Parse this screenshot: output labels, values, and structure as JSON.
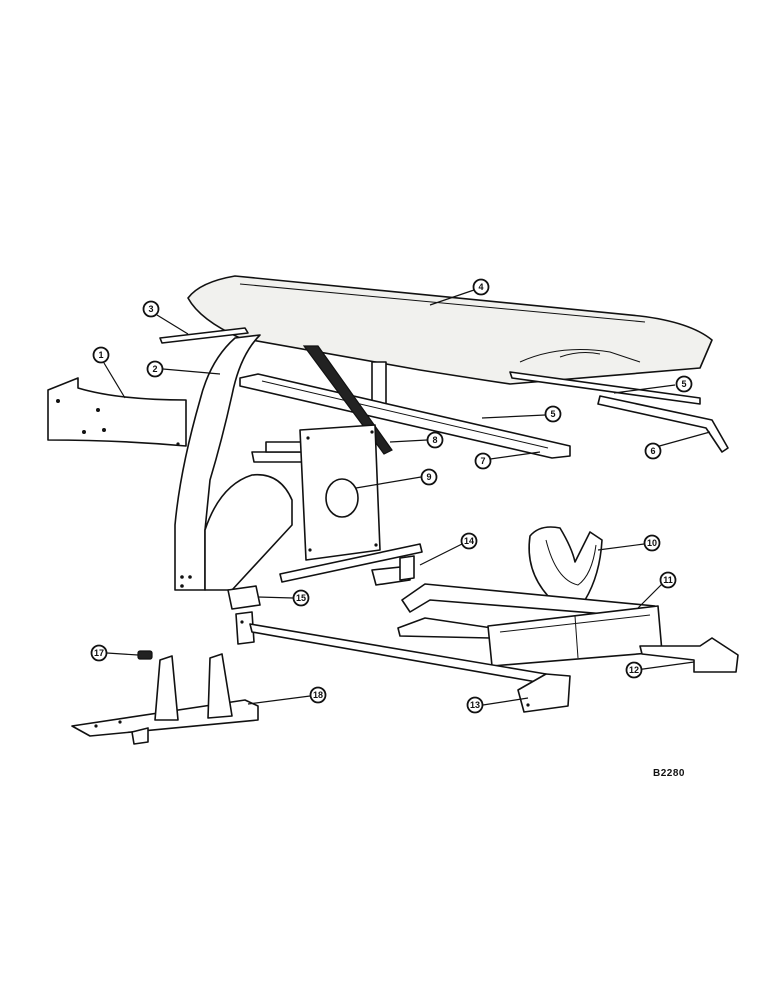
{
  "reference_code": "B2280",
  "callouts": {
    "c1": "1",
    "c2": "2",
    "c3": "3",
    "c4": "4",
    "c5a": "5",
    "c5b": "5",
    "c6": "6",
    "c7": "7",
    "c8": "8",
    "c9": "9",
    "c10": "10",
    "c11": "11",
    "c12": "12",
    "c13": "13",
    "c14": "14",
    "c15": "15",
    "c17": "17",
    "c18": "18"
  }
}
